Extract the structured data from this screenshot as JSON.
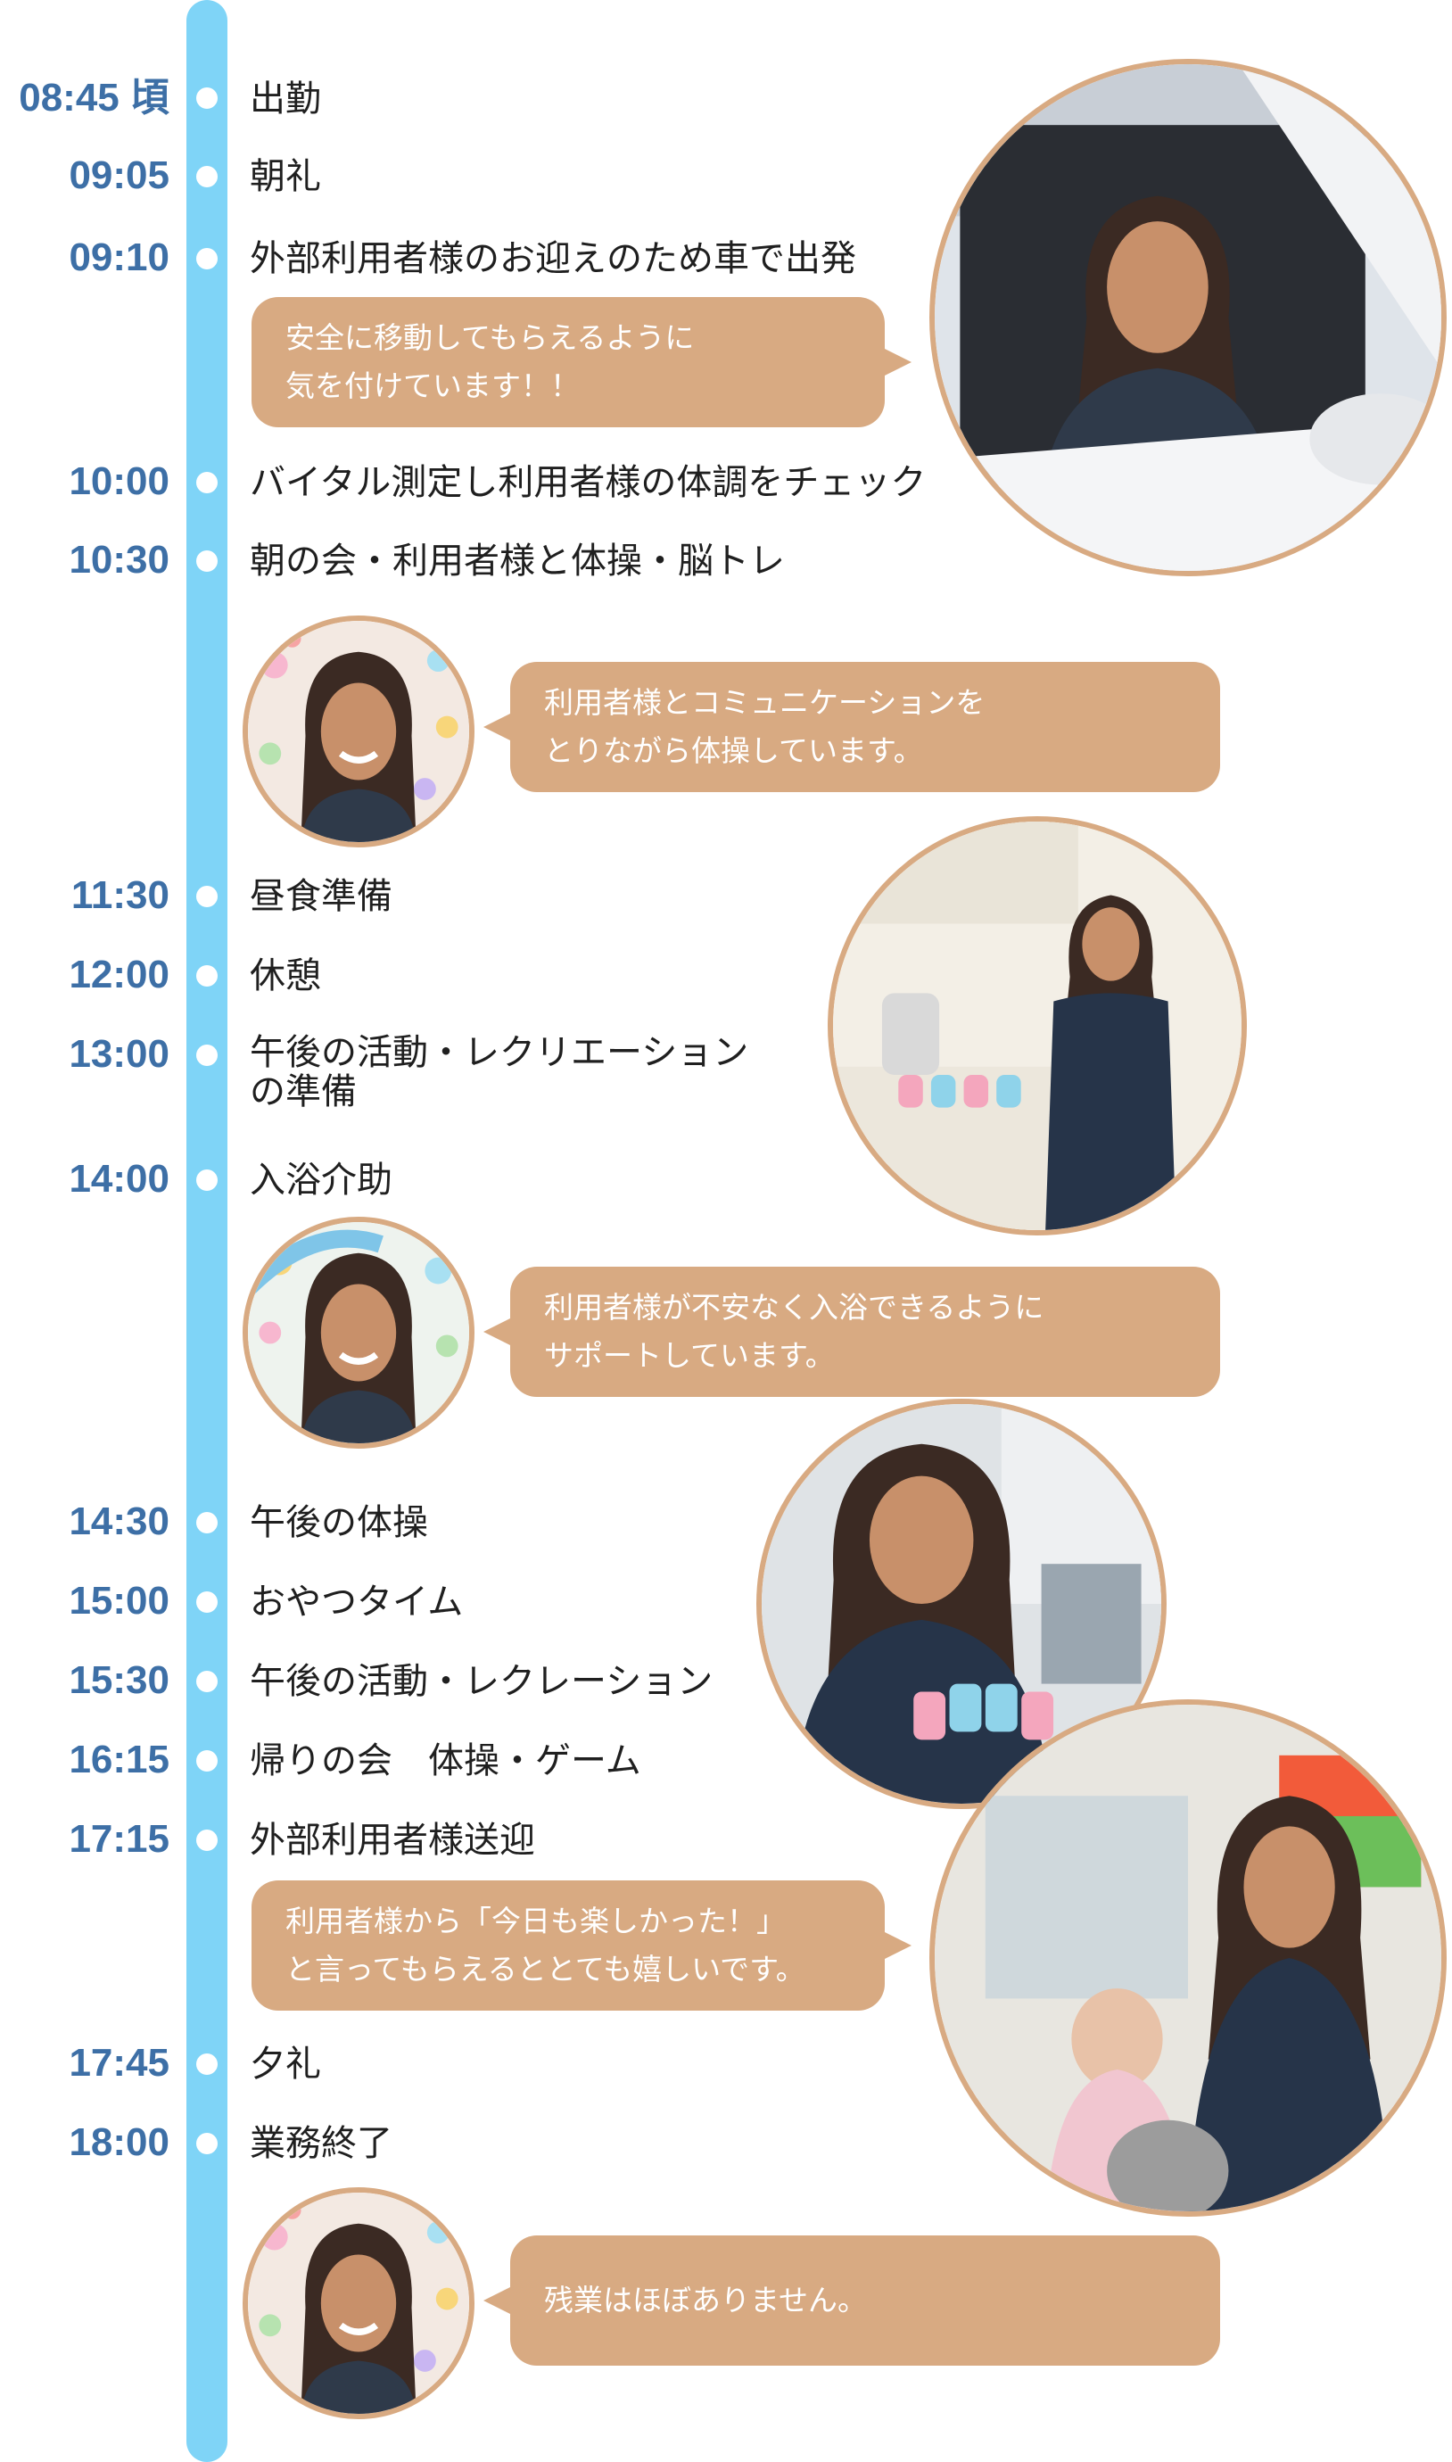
{
  "colors": {
    "rail": "#7fd4f7",
    "time": "#3d6fa6",
    "bubble": "#d8aa82",
    "photo_border": "#d8aa82"
  },
  "schedule": [
    {
      "time": "08:45 頃",
      "event": "出勤"
    },
    {
      "time": "09:05",
      "event": "朝礼"
    },
    {
      "time": "09:10",
      "event": "外部利用者様のお迎えのため車で出発"
    },
    {
      "time": "10:00",
      "event": "バイタル測定し利用者様の体調をチェック"
    },
    {
      "time": "10:30",
      "event": "朝の会・利用者様と体操・脳トレ"
    },
    {
      "time": "11:30",
      "event": "昼食準備"
    },
    {
      "time": "12:00",
      "event": "休憩"
    },
    {
      "time": "13:00",
      "event": "午後の活動・レクリエーション\nの準備"
    },
    {
      "time": "14:00",
      "event": "入浴介助"
    },
    {
      "time": "14:30",
      "event": "午後の体操"
    },
    {
      "time": "15:00",
      "event": "おやつタイム"
    },
    {
      "time": "15:30",
      "event": "午後の活動・レクレーション"
    },
    {
      "time": "16:15",
      "event": "帰りの会　体操・ゲーム"
    },
    {
      "time": "17:15",
      "event": "外部利用者様送迎"
    },
    {
      "time": "17:45",
      "event": "夕礼"
    },
    {
      "time": "18:00",
      "event": "業務終了"
    }
  ],
  "bubbles": {
    "drive": "安全に移動してもらえるように\n気を付けています！！",
    "exercise": "利用者様とコミュニケーションを\nとりながら体操しています。",
    "bath": "利用者様が不安なく入浴できるように\nサポートしています。",
    "sendoff": "利用者様から「今日も楽しかった！」\nと言ってもらえるととても嬉しいです。",
    "overtime": "残業はほぼありません。"
  },
  "photos": {
    "car": "woman-driving-car-photo",
    "kitchen": "lunch-preparation-photo",
    "cups": "holding-cups-photo",
    "group": "with-residents-photo"
  }
}
